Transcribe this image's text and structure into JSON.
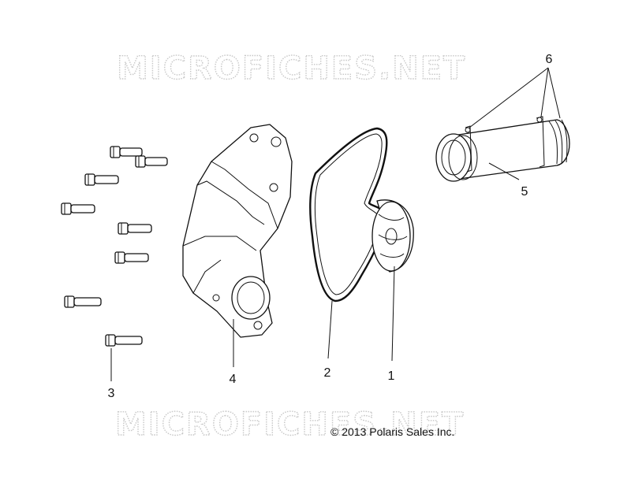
{
  "watermark": "MICROFICHES.NET",
  "copyright": "© 2013 Polaris Sales Inc.",
  "callouts": [
    "1",
    "2",
    "3",
    "4",
    "5",
    "6"
  ]
}
